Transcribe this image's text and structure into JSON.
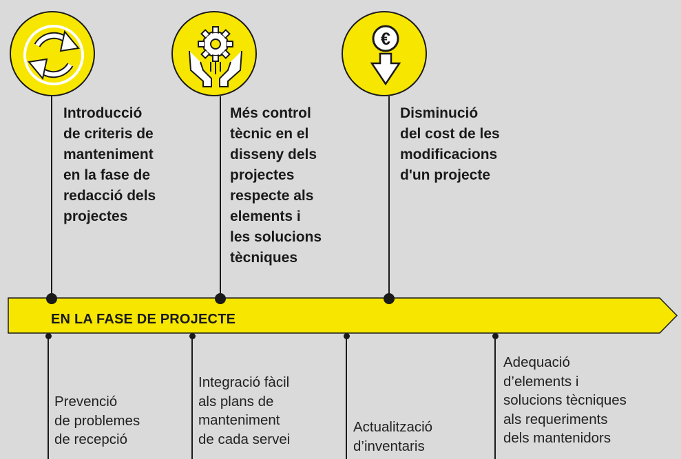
{
  "colors": {
    "accent_yellow": "#f7e600",
    "line": "#1a1a1a",
    "background": "#dadada"
  },
  "top_items": [
    {
      "icon": "refresh-cycle-icon",
      "text": "Introducció\nde criteris de\nmanteniment\nen la fase de\nredacció dels\nprojectes"
    },
    {
      "icon": "gear-hands-icon",
      "text": "Més control\ntècnic en el\ndisseny dels\nprojectes\nrespecte als\nelements i\nles solucions\ntècniques"
    },
    {
      "icon": "euro-down-icon",
      "icon_text": "€",
      "text": "Disminució\ndel cost de les\nmodificacions\nd'un projecte"
    }
  ],
  "phase_label": "EN LA FASE DE PROJECTE",
  "bottom_items": [
    {
      "text": "Prevenció\nde problemes\nde recepció"
    },
    {
      "text": "Integració fàcil\nals plans de\nmanteniment\nde cada servei"
    },
    {
      "text": "Actualització\nd’inventaris"
    },
    {
      "text": "Adequació\nd’elements i\nsolucions tècniques\nals requeriments\ndels mantenidors"
    }
  ]
}
